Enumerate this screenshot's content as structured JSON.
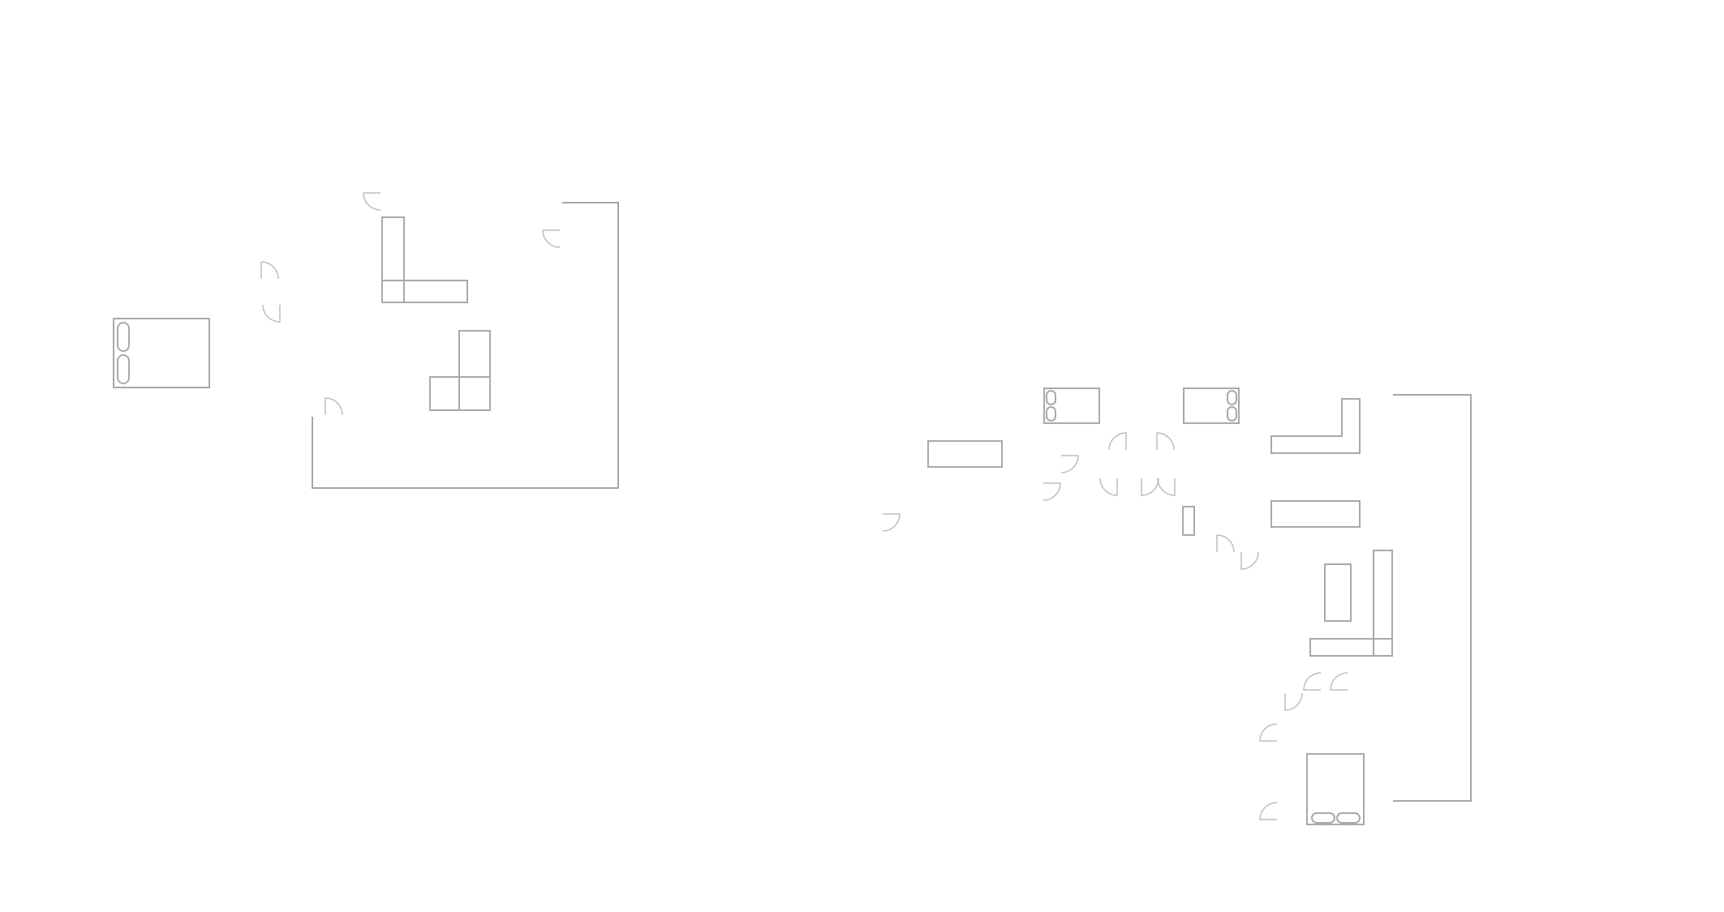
{
  "diagram": {
    "type": "floor-plan",
    "plans": [
      {
        "id": "plan-left",
        "elements": [
          "wall-outline",
          "bed",
          "l-shaped-counter",
          "l-shaped-cabinet"
        ],
        "door_swing_count": 6
      },
      {
        "id": "plan-right",
        "elements": [
          "wall-outline",
          "bed-small",
          "bed-small",
          "bench",
          "l-shaped-counter",
          "counter",
          "cabinet",
          "l-shaped-counter",
          "narrow-stand",
          "bed"
        ],
        "door_swing_count": 17
      }
    ]
  },
  "colors": {
    "background": "#ffffff",
    "wall": "#a6a6a6",
    "furniture": "#a9a9a9",
    "door": "#bdbdbd"
  }
}
